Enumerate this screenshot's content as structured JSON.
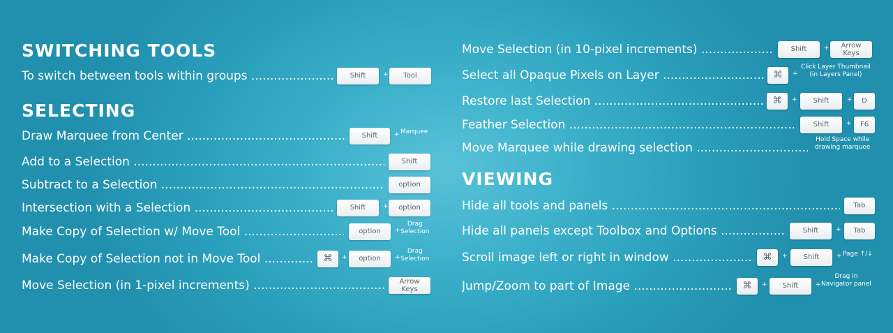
{
  "headings": {
    "switching": "SWITCHING TOOLS",
    "selecting": "SELECTING",
    "viewing": "VIEWING"
  },
  "keys": {
    "shift": "Shift",
    "tool": "Tool",
    "option": "option",
    "cmd": "⌘",
    "tab": "Tab",
    "d": "D",
    "f6": "F6",
    "arrow_line1": "Arrow",
    "arrow_line2": "Keys",
    "plus": "+"
  },
  "rows": {
    "switch_tools": "To switch between tools within groups",
    "draw_marquee": "Draw Marquee from Center",
    "add_selection": "Add to a Selection",
    "subtract_selection": "Subtract to a Selection",
    "intersect_selection": "Intersection with a Selection",
    "copy_move_tool": "Make Copy of Selection w/ Move Tool",
    "copy_not_move_tool": "Make Copy of Selection not in Move Tool",
    "move_1px": "Move Selection (in 1-pixel increments)",
    "move_10px": "Move Selection (in 10-pixel increments)",
    "select_opaque": "Select all Opaque Pixels on Layer",
    "restore_selection": "Restore last Selection",
    "feather_selection": "Feather Selection",
    "move_marquee": "Move Marquee while drawing selection",
    "hide_tools": "Hide all tools and panels",
    "hide_panels": "Hide all panels except Toolbox and Options",
    "scroll_image": "Scroll image left or right in window",
    "jump_zoom": "Jump/Zoom to part of Image"
  },
  "notes": {
    "marquee": "Marquee",
    "drag_line1": "Drag",
    "drag_line2": "Selection",
    "click_thumb_line1": "Click Layer Thumbnail",
    "click_thumb_line2": "(in Layers Panel)",
    "hold_space_line1": "Hold Space while",
    "hold_space_line2": "drawing marquee",
    "page": "Page ↑/↓",
    "drag_in_line1": "Drag in",
    "drag_in_line2": "Navigator panel"
  }
}
